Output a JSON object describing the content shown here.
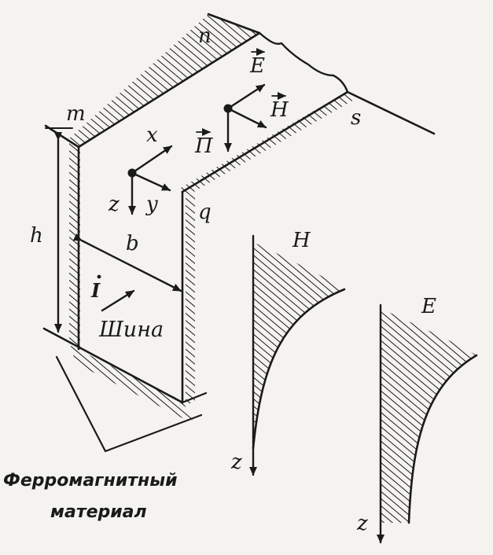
{
  "labels": {
    "n": "n",
    "m": "m",
    "s": "s",
    "q": "q",
    "h": "h",
    "b": "b",
    "x": "x",
    "y": "y",
    "z": "z",
    "E_vec": "E",
    "H_vec": "H",
    "Pi_vec": "Π",
    "I_vec": "I",
    "bus": "Шина",
    "H_plot": "H",
    "E_plot": "E",
    "z_axis_H": "z",
    "z_axis_E": "z",
    "material_line1": "Ферромагнитный",
    "material_line2": "материал"
  },
  "colors": {
    "ink": "#1a1a1a",
    "paper": "#f4f3ef"
  }
}
